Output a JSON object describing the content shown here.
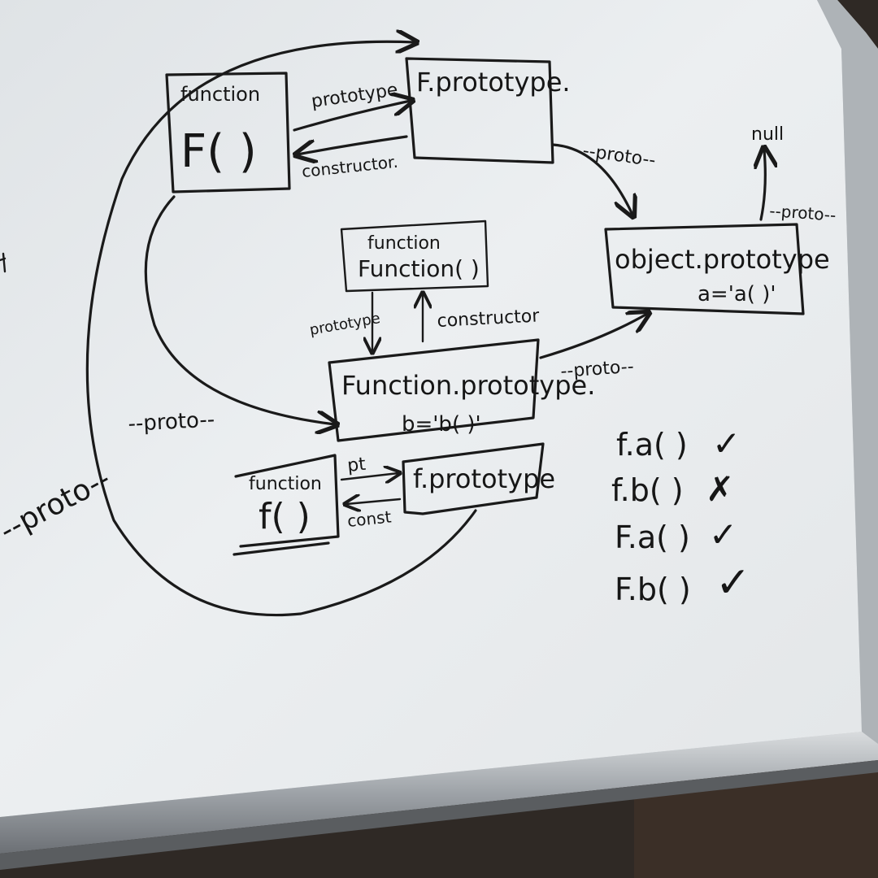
{
  "boxes": {
    "F_fn": {
      "line1": "function",
      "line2": "F( )"
    },
    "F_proto": {
      "line1": "F.prototype."
    },
    "Function_fn": {
      "line1": "function",
      "line2": "Function( )"
    },
    "Function_proto": {
      "line1": "Function.prototype.",
      "line2": "b='b( )'"
    },
    "Object_proto": {
      "line1": "object.prototype",
      "line2": "a='a( )'"
    },
    "f_fn": {
      "line1": "function",
      "line2": "f( )"
    },
    "f_proto": {
      "line1": "f.prototype"
    }
  },
  "labels": {
    "prototype_top": "prototype",
    "constructor_top": "constructor.",
    "proto_F_to_Object": "--proto--",
    "proto_Object_to_null": "--proto--",
    "null": "null",
    "prototype_mid": "prototype",
    "constructor_mid": "constructor",
    "proto_Function_to_Object": "--proto--",
    "proto_to_Function": "--proto--",
    "proto_big_loop": "--proto--",
    "pt": "pt",
    "const": "const"
  },
  "checks": [
    {
      "expr": "f.a( )",
      "mark": "✓"
    },
    {
      "expr": "f.b( )",
      "mark": "✗"
    },
    {
      "expr": "F.a( )",
      "mark": "✓"
    },
    {
      "expr": "F.b( )",
      "mark": "✓"
    }
  ],
  "colors": {
    "board": "#e9ecee",
    "ink": "#1a1a1a",
    "frame": "#b9bec3",
    "background": "#2b2420"
  }
}
